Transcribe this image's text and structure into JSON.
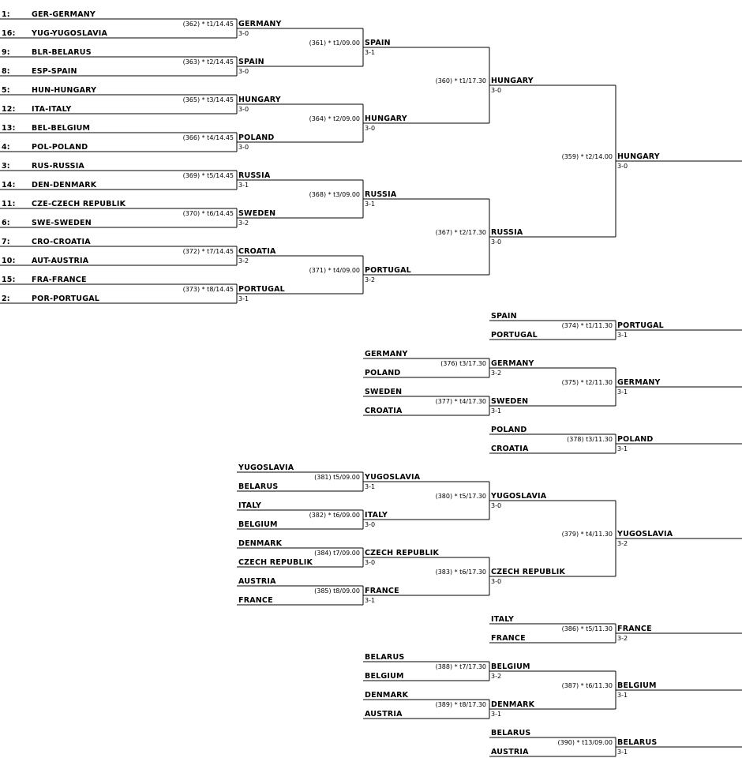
{
  "bracket": {
    "seeds": [
      {
        "seed": "1:",
        "team": "GER-GERMANY"
      },
      {
        "seed": "16:",
        "team": "YUG-YUGOSLAVIA"
      },
      {
        "seed": "9:",
        "team": "BLR-BELARUS"
      },
      {
        "seed": "8:",
        "team": "ESP-SPAIN"
      },
      {
        "seed": "5:",
        "team": "HUN-HUNGARY"
      },
      {
        "seed": "12:",
        "team": "ITA-ITALY"
      },
      {
        "seed": "13:",
        "team": "BEL-BELGIUM"
      },
      {
        "seed": "4:",
        "team": "POL-POLAND"
      },
      {
        "seed": "3:",
        "team": "RUS-RUSSIA"
      },
      {
        "seed": "14:",
        "team": "DEN-DENMARK"
      },
      {
        "seed": "11:",
        "team": "CZE-CZECH REPUBLIK"
      },
      {
        "seed": "6:",
        "team": "SWE-SWEDEN"
      },
      {
        "seed": "7:",
        "team": "CRO-CROATIA"
      },
      {
        "seed": "10:",
        "team": "AUT-AUSTRIA"
      },
      {
        "seed": "15:",
        "team": "FRA-FRANCE"
      },
      {
        "seed": "2:",
        "team": "POR-PORTUGAL"
      }
    ],
    "matches": [
      {
        "id": "m362",
        "info": "(362) * t1/14.45",
        "winner": "GERMANY",
        "score": "3-0"
      },
      {
        "id": "m363",
        "info": "(363) * t2/14.45",
        "winner": "SPAIN",
        "score": "3-0"
      },
      {
        "id": "m365",
        "info": "(365) * t3/14.45",
        "winner": "HUNGARY",
        "score": "3-0"
      },
      {
        "id": "m366",
        "info": "(366) * t4/14.45",
        "winner": "POLAND",
        "score": "3-0"
      },
      {
        "id": "m369",
        "info": "(369) * t5/14.45",
        "winner": "RUSSIA",
        "score": "3-1"
      },
      {
        "id": "m370",
        "info": "(370) * t6/14.45",
        "winner": "SWEDEN",
        "score": "3-2"
      },
      {
        "id": "m372",
        "info": "(372) * t7/14.45",
        "winner": "CROATIA",
        "score": "3-2"
      },
      {
        "id": "m373",
        "info": "(373) * t8/14.45",
        "winner": "PORTUGAL",
        "score": "3-1"
      },
      {
        "id": "m361",
        "info": "(361) * t1/09.00",
        "winner": "SPAIN",
        "score": "3-1"
      },
      {
        "id": "m364",
        "info": "(364) * t2/09.00",
        "winner": "HUNGARY",
        "score": "3-0"
      },
      {
        "id": "m368",
        "info": "(368) * t3/09.00",
        "winner": "RUSSIA",
        "score": "3-1"
      },
      {
        "id": "m371",
        "info": "(371) * t4/09.00",
        "winner": "PORTUGAL",
        "score": "3-2"
      },
      {
        "id": "m360",
        "info": "(360) * t1/17.30",
        "winner": "HUNGARY",
        "score": "3-0"
      },
      {
        "id": "m367",
        "info": "(367) * t2/17.30",
        "winner": "RUSSIA",
        "score": "3-0"
      },
      {
        "id": "m359",
        "info": "(359) * t2/14.00",
        "winner": "HUNGARY",
        "score": "3-0"
      },
      {
        "id": "m374",
        "info": "(374) * t1/11.30",
        "winner": "PORTUGAL",
        "score": "3-1",
        "teams": [
          "SPAIN",
          "PORTUGAL"
        ]
      },
      {
        "id": "m376",
        "info": "(376) t3/17.30",
        "winner": "GERMANY",
        "score": "3-2",
        "teams": [
          "GERMANY",
          "POLAND"
        ]
      },
      {
        "id": "m377",
        "info": "(377) * t4/17.30",
        "winner": "SWEDEN",
        "score": "3-1",
        "teams": [
          "SWEDEN",
          "CROATIA"
        ]
      },
      {
        "id": "m375",
        "info": "(375) * t2/11.30",
        "winner": "GERMANY",
        "score": "3-1"
      },
      {
        "id": "m378",
        "info": "(378) t3/11.30",
        "winner": "POLAND",
        "score": "3-1",
        "teams": [
          "POLAND",
          "CROATIA"
        ]
      },
      {
        "id": "m381",
        "info": "(381) t5/09.00",
        "winner": "YUGOSLAVIA",
        "score": "3-1",
        "teams": [
          "YUGOSLAVIA",
          "BELARUS"
        ]
      },
      {
        "id": "m382",
        "info": "(382) * t6/09.00",
        "winner": "ITALY",
        "score": "3-0",
        "teams": [
          "ITALY",
          "BELGIUM"
        ]
      },
      {
        "id": "m384",
        "info": "(384) t7/09.00",
        "winner": "CZECH REPUBLIK",
        "score": "3-0",
        "teams": [
          "DENMARK",
          "CZECH REPUBLIK"
        ]
      },
      {
        "id": "m385",
        "info": "(385) t8/09.00",
        "winner": "FRANCE",
        "score": "3-1",
        "teams": [
          "AUSTRIA",
          "FRANCE"
        ]
      },
      {
        "id": "m380",
        "info": "(380) * t5/17.30",
        "winner": "YUGOSLAVIA",
        "score": "3-0"
      },
      {
        "id": "m383",
        "info": "(383) * t6/17.30",
        "winner": "CZECH REPUBLIK",
        "score": "3-0"
      },
      {
        "id": "m379",
        "info": "(379) * t4/11.30",
        "winner": "YUGOSLAVIA",
        "score": "3-2"
      },
      {
        "id": "m386",
        "info": "(386) * t5/11.30",
        "winner": "FRANCE",
        "score": "3-2",
        "teams": [
          "ITALY",
          "FRANCE"
        ]
      },
      {
        "id": "m388",
        "info": "(388) * t7/17.30",
        "winner": "BELGIUM",
        "score": "3-2",
        "teams": [
          "BELARUS",
          "BELGIUM"
        ]
      },
      {
        "id": "m389",
        "info": "(389) * t8/17.30",
        "winner": "DENMARK",
        "score": "3-1",
        "teams": [
          "DENMARK",
          "AUSTRIA"
        ]
      },
      {
        "id": "m387",
        "info": "(387) * t6/11.30",
        "winner": "BELGIUM",
        "score": "3-1"
      },
      {
        "id": "m390",
        "info": "(390) * t13/09.00",
        "winner": "BELARUS",
        "score": "3-1",
        "teams": [
          "BELARUS",
          "AUSTRIA"
        ]
      }
    ]
  }
}
